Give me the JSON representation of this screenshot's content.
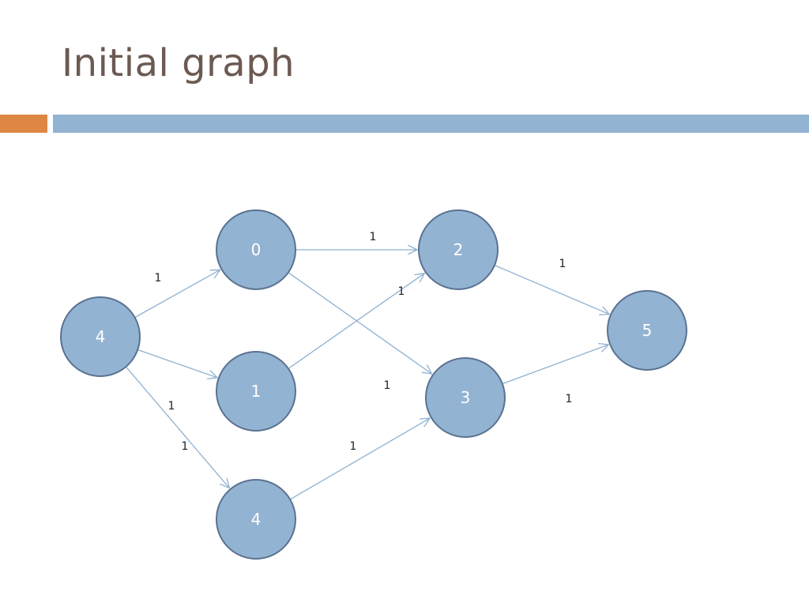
{
  "slide": {
    "title": "Initial graph",
    "accent_color": "#de8745",
    "bar_color": "#93b3d2",
    "title_color": "#6b5a52"
  },
  "graph": {
    "node_color": "#93b3d2",
    "node_border_color": "#5a7291",
    "edge_color": "#8fb1d1",
    "nodes": [
      {
        "id": "n4a",
        "label": "4"
      },
      {
        "id": "n0",
        "label": "0"
      },
      {
        "id": "n1",
        "label": "1"
      },
      {
        "id": "n4b",
        "label": "4"
      },
      {
        "id": "n2",
        "label": "2"
      },
      {
        "id": "n3",
        "label": "3"
      },
      {
        "id": "n5",
        "label": "5"
      }
    ],
    "edges": [
      {
        "from": "n4a",
        "to": "n0",
        "weight": "1"
      },
      {
        "from": "n4a",
        "to": "n1",
        "weight": "1"
      },
      {
        "from": "n4a",
        "to": "n4b",
        "weight": "1"
      },
      {
        "from": "n0",
        "to": "n2",
        "weight": "1"
      },
      {
        "from": "n0",
        "to": "n3",
        "weight": "1"
      },
      {
        "from": "n1",
        "to": "n2",
        "weight": "1"
      },
      {
        "from": "n4b",
        "to": "n3",
        "weight": "1"
      },
      {
        "from": "n2",
        "to": "n5",
        "weight": "1"
      },
      {
        "from": "n3",
        "to": "n5",
        "weight": "1"
      }
    ]
  }
}
